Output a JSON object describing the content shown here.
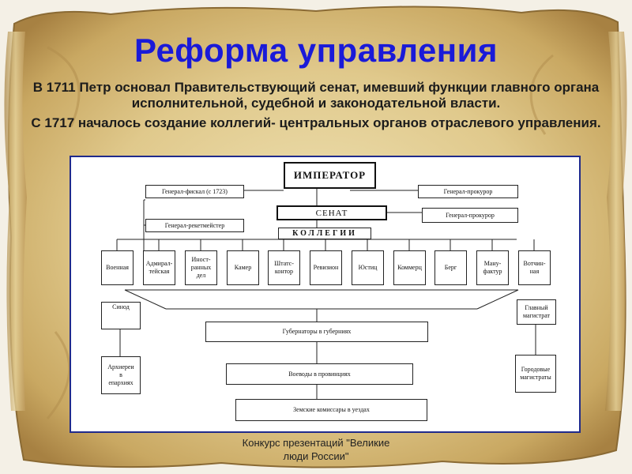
{
  "slide": {
    "title": "Реформа управления",
    "paragraph1": "В 1711 Петр основал Правительствующий сенат, имевший функции главного органа исполнительной, судебной и законодательной власти.",
    "paragraph2": "С 1717 началось создание коллегий- центральных органов отраслевого управления.",
    "footer_line1": "Конкурс презентаций \"Великие",
    "footer_line2": "люди России\""
  },
  "colors": {
    "title": "#1a1ad8",
    "panel_border": "#1f2a8c",
    "parchment": "#e2cf95"
  },
  "diagram": {
    "emperor": "ИМПЕРАТОР",
    "senate": "СЕНАТ",
    "colleges_header": "КОЛЛЕГИИ",
    "fiscal": "Генерал-фискал (с 1723)",
    "reketmeister": "Генерал-рекетмейстер",
    "prosecutor_top": "Генерал-прокурор",
    "prosecutor_mid": "Генерал-прокурор",
    "colleges": [
      "Военная",
      "Адмирал-\nтейская",
      "Иност-\nранных\nдел",
      "Камер",
      "Штатс-\nконтор",
      "Ревизион",
      "Юстиц",
      "Коммерц",
      "Берг",
      "Ману-\nфактур",
      "Вотчин-\nная"
    ],
    "synod": "Синод",
    "bishops": "Архиереи\nв\nепархиях",
    "main_magistrate": "Главный\nмагистрат",
    "city_magistrates": "Городовые\nмагистраты",
    "governors": "Губернаторы в губерниях",
    "voevody": "Воеводы в провинциях",
    "commissars": "Земские комиссары в уездах"
  }
}
